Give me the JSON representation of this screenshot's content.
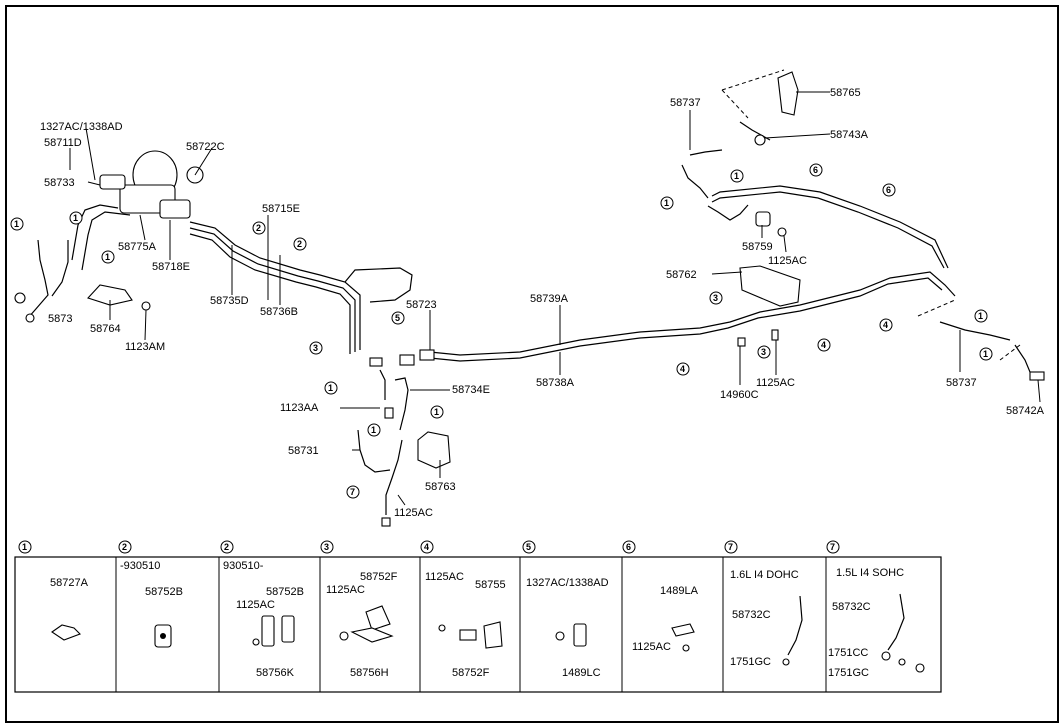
{
  "main_labels": [
    "1327AC/1338AD",
    "58711D",
    "58733",
    "58722C",
    "58715E",
    "58775A",
    "58718E",
    "58735D",
    "58736B",
    "58764",
    "1123AM",
    "5873",
    "58723",
    "58739A",
    "58738A",
    "58734E",
    "1123AA",
    "58731",
    "58763",
    "1125AC",
    "58737",
    "58765",
    "58743A",
    "58759",
    "1125AC",
    "58762",
    "14960C",
    "1125AC",
    "58737",
    "58742A"
  ],
  "callouts": [
    "1",
    "2",
    "3",
    "4",
    "5",
    "6",
    "7"
  ],
  "legend": [
    {
      "num": "1",
      "lines": [
        "58727A"
      ]
    },
    {
      "num": "2",
      "lines": [
        "-930510",
        "58752B"
      ]
    },
    {
      "num": "2",
      "lines": [
        "930510-",
        "58752B",
        "1125AC",
        "58756K"
      ]
    },
    {
      "num": "3",
      "lines": [
        "58752F",
        "1125AC",
        "58756H"
      ]
    },
    {
      "num": "4",
      "lines": [
        "1125AC",
        "58755",
        "58752F"
      ]
    },
    {
      "num": "5",
      "lines": [
        "1327AC/1338AD",
        "1489LC"
      ]
    },
    {
      "num": "6",
      "lines": [
        "1489LA",
        "1125AC"
      ]
    },
    {
      "num": "7",
      "lines": [
        "1.6L I4 DOHC",
        "58732C",
        "1751GC"
      ]
    },
    {
      "num": "7",
      "lines": [
        "1.5L I4 SOHC",
        "58732C",
        "1751CC",
        "1751GC"
      ]
    }
  ]
}
